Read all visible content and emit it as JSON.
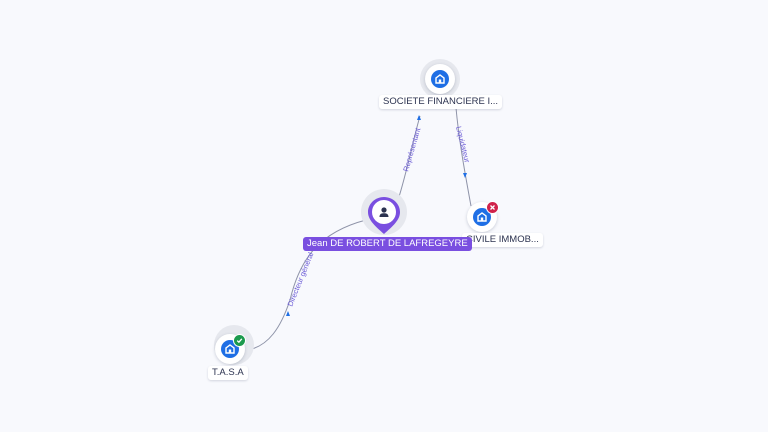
{
  "colors": {
    "person": "#7a4fe0",
    "company": "#1f6fe5",
    "edge_line": "#8e93a8",
    "edge_label": "#6b5bd6",
    "status_active": "#1c9a4d",
    "status_closed": "#d0234b"
  },
  "nodes": {
    "person": {
      "label": "Jean DE ROBERT DE LAFREGEYRE",
      "icon": "person-icon"
    },
    "company_top": {
      "label": "SOCIETE FINANCIERE I...",
      "icon": "building-icon"
    },
    "company_right": {
      "label": "CIVILE IMMOB...",
      "icon": "building-icon",
      "status": "closed-icon"
    },
    "company_left": {
      "label": "T.A.S.A",
      "icon": "building-icon",
      "status": "check-icon"
    }
  },
  "edges": {
    "to_top": "Représentant",
    "top_to_right": "Liquidateur",
    "to_left": "Directeur général"
  }
}
